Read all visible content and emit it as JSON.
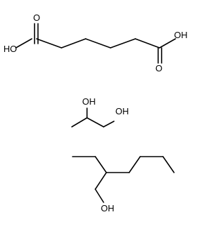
{
  "molecules": {
    "adipic_acid": {
      "label_left_oh": "HO",
      "label_left_o": "O",
      "label_right_oh": "OH",
      "label_right_o": "O"
    },
    "propylene_glycol": {
      "label_oh_top": "OH",
      "label_oh_right": "OH"
    },
    "ethylhexanol": {
      "label_oh": "OH"
    }
  }
}
